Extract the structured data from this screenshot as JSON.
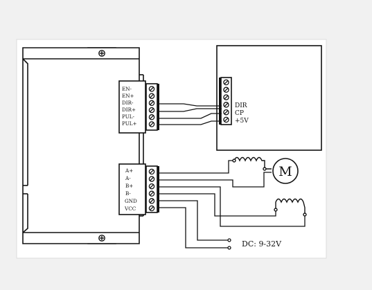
{
  "driver": {
    "control_pins": [
      "EN-",
      "EN+",
      "DIR-",
      "DIR+",
      "PUL-",
      "PUL+"
    ],
    "power_pins": [
      "A+",
      "A-",
      "B+",
      "B-",
      "GND",
      "VCC"
    ]
  },
  "controller": {
    "pins": [
      "DIR",
      "CP",
      "+5V"
    ]
  },
  "motor": {
    "label": "M"
  },
  "power_supply": {
    "label": "DC: 9-32V"
  }
}
